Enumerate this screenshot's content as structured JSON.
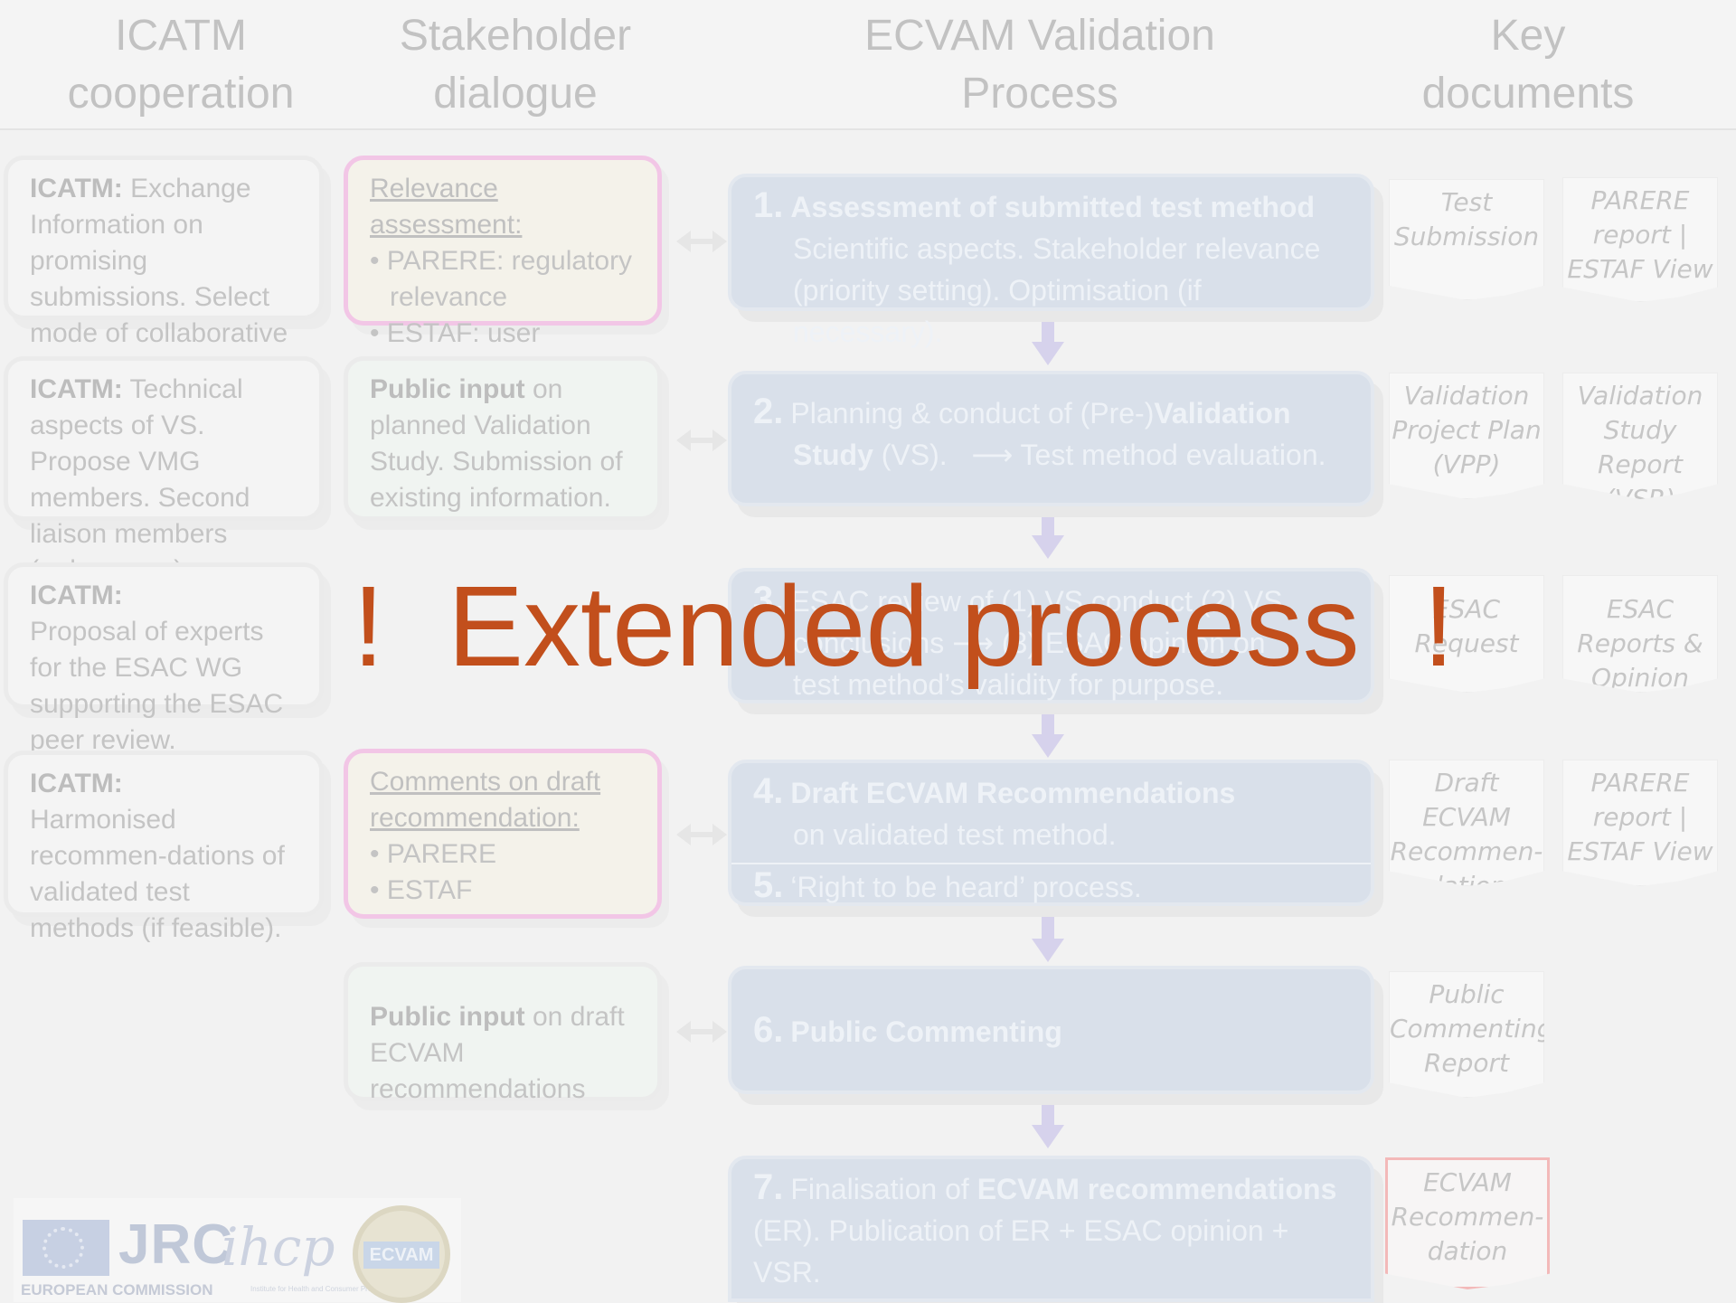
{
  "headers": {
    "icatm": "ICATM\ncooperation",
    "stakeholder": "Stakeholder\ndialogue",
    "process": "ECVAM Validation\nProcess",
    "documents": "Key\ndocuments"
  },
  "icatm_boxes": [
    {
      "bold": "ICATM:",
      "text": " Exchange Information on promising submissions. Select mode of collaborative activity."
    },
    {
      "bold": "ICATM:",
      "text": " Technical aspects of VS. Propose VMG members. Second liaison members (=observers)."
    },
    {
      "bold": "ICATM:",
      "text": "Proposal of experts for the ESAC WG supporting the ESAC peer review."
    },
    {
      "bold": "ICATM:",
      "text": "Harmonised recommen-dations of validated test methods (if feasible)."
    }
  ],
  "stakeholder_boxes": {
    "relevance": {
      "title": "Relevance assessment:",
      "items": [
        "PARERE: regulatory relevance",
        "ESTAF: user relevance"
      ]
    },
    "public_vs": {
      "bold": "Public input",
      "text": " on planned Validation Study. Submission of existing information."
    },
    "comments": {
      "title": "Comments on draft recommendation:",
      "items": [
        "PARERE",
        "ESTAF"
      ]
    },
    "public_draft": {
      "bold": "Public input",
      "text": " on draft ECVAM recommendations"
    }
  },
  "steps": {
    "s1": {
      "num": "1.",
      "title": "Assessment of submitted test method",
      "text": "Scientific aspects. Stakeholder relevance (priority setting). Optimisation (if necessary)."
    },
    "s2": {
      "num": "2.",
      "pre": "Planning & conduct of (Pre-)",
      "bold1": "Validation",
      "bold2": "Study",
      "post": " (VS).",
      "arrow": "⟶",
      "eval": "Test method evaluation."
    },
    "s3": {
      "num": "3.",
      "line1": "ESAC review of  (1) VS conduct (2) VS",
      "line2": "conclusions ⟶ (3) ESAC opinion on",
      "line3": "test method’s validity for purpose."
    },
    "s4": {
      "num": "4.",
      "title": "Draft ECVAM Recommendations",
      "text": "on validated test method."
    },
    "s5": {
      "num": "5.",
      "text": "‘Right to be heard’ process."
    },
    "s6": {
      "num": "6.",
      "title": "Public Commenting"
    },
    "s7": {
      "num": "7.",
      "pre": "Finalisation of ",
      "bold": "ECVAM recommendations",
      "post": " (ER). Publication of ER + ESAC opinion + VSR."
    }
  },
  "docs": {
    "r1a": "Test Submission",
    "r1b": "PARERE report | ESTAF View",
    "r2a": "Validation Project Plan (VPP)",
    "r2b": "Validation Study Report (VSR)",
    "r3a": "ESAC Request",
    "r3b": "ESAC Reports & Opinion",
    "r4a": "Draft ECVAM Recommen-dation",
    "r4b": "PARERE report | ESTAF View",
    "r6a": "Public Commenting Report",
    "r7a": "ECVAM Recommen-dation"
  },
  "overlay": "!  Extended process  !",
  "logos": {
    "jrc": "JRC",
    "ec": "EUROPEAN COMMISSION",
    "ihcp": "ihcp",
    "ihcp_sub": "Institute for Health and Consumer Protection",
    "ecvam": "ECVAM"
  },
  "colors": {
    "overlay": "#c24f1c",
    "step_fill": "#d9e0ea",
    "arrow": "#d6d2ec",
    "pink_border": "#f2c6e6"
  }
}
